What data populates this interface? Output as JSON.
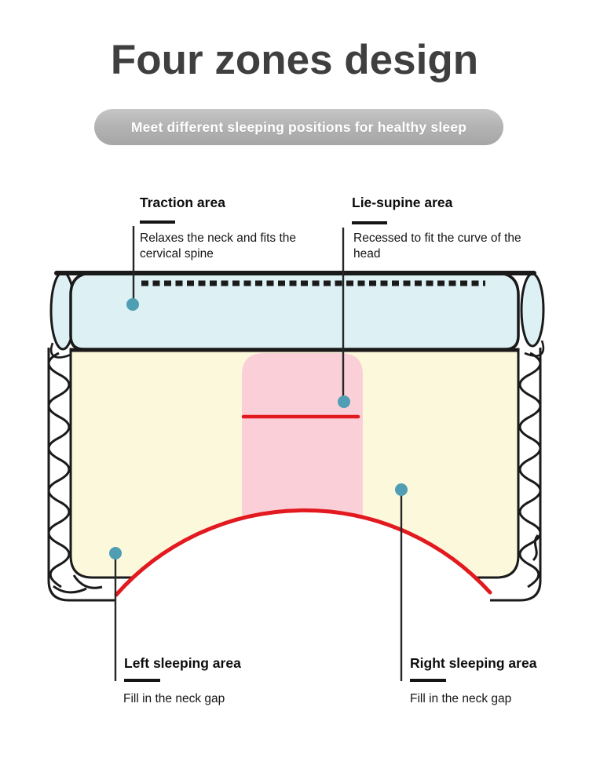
{
  "title": "Four zones design",
  "subtitle": "Meet different sleeping positions for healthy sleep",
  "callouts": {
    "traction": {
      "title": "Traction area",
      "desc": "Relaxes the neck and fits the cervical spine"
    },
    "lie_supine": {
      "title": "Lie-supine area",
      "desc": "Recessed to fit the curve of the head"
    },
    "left_sleeping": {
      "title": "Left sleeping area",
      "desc": "Fill in the neck gap"
    },
    "right_sleeping": {
      "title": "Right sleeping area",
      "desc": "Fill in the neck gap"
    }
  },
  "diagram": {
    "zones": [
      "Traction area",
      "Lie-supine area",
      "Left sleeping area",
      "Right sleeping area"
    ],
    "marker_shape": "dot"
  },
  "colors": {
    "title_gray": "#3f3f3f",
    "banner_gray": "#b4b4b4",
    "outline": "#1a1a1a",
    "zone_traction_fill": "#ddf0f3",
    "zone_body_fill": "#fcf8db",
    "zone_supine_fill": "#fbcfd8",
    "accent_red": "#e2191f",
    "marker_teal": "#4f9eb4"
  }
}
